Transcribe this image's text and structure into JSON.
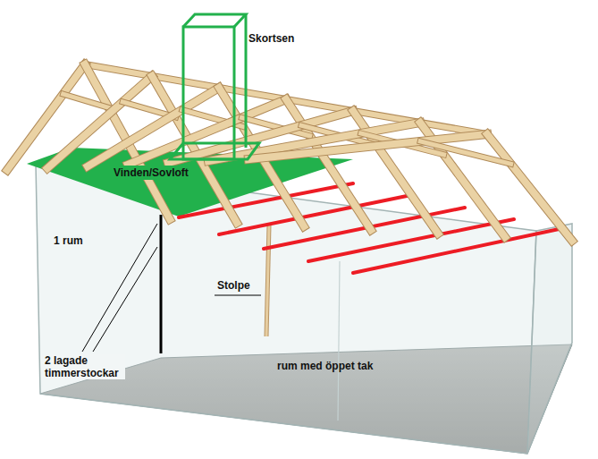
{
  "diagram": {
    "nodes": [
      {
        "text": [
          "Vinden/Sovloft"
        ]
      }
    ],
    "labels": [
      "Skortsen",
      "1 rum",
      "Stolpe",
      "rum med öppet tak",
      "2 lagade timmerstockar"
    ]
  }
}
